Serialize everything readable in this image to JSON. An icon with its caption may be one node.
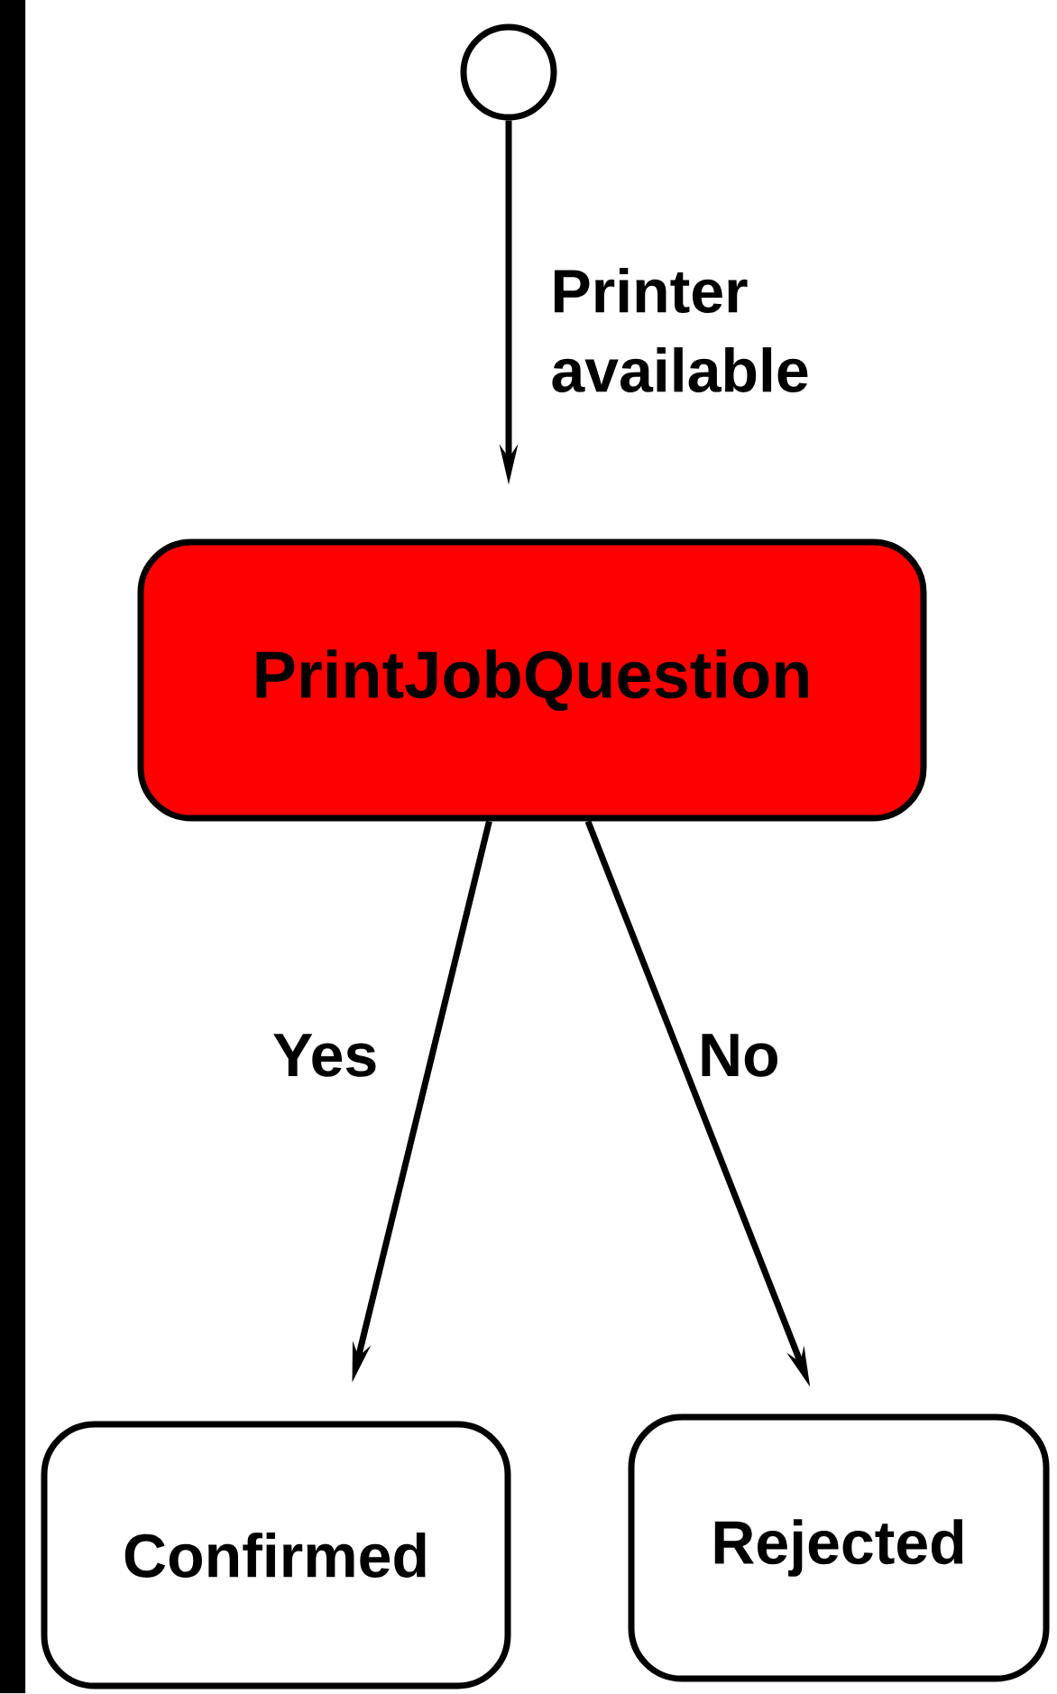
{
  "diagram": {
    "nodes": [
      {
        "text": [],
        "shape": "circle"
      },
      {
        "text": [
          "PrintJobQuestion"
        ]
      },
      {
        "text": [
          "Confirmed"
        ]
      },
      {
        "text": [
          "Rejected"
        ]
      },
      {
        "text": [],
        "shape": "bar"
      }
    ],
    "edges": [
      {
        "from": 0,
        "to": 1,
        "arrow": "to",
        "label": "Printer available"
      },
      {
        "from": 1,
        "to": 2,
        "arrow": "to",
        "label": "Yes"
      },
      {
        "from": 1,
        "to": 3,
        "arrow": "to",
        "label": "No"
      }
    ]
  }
}
